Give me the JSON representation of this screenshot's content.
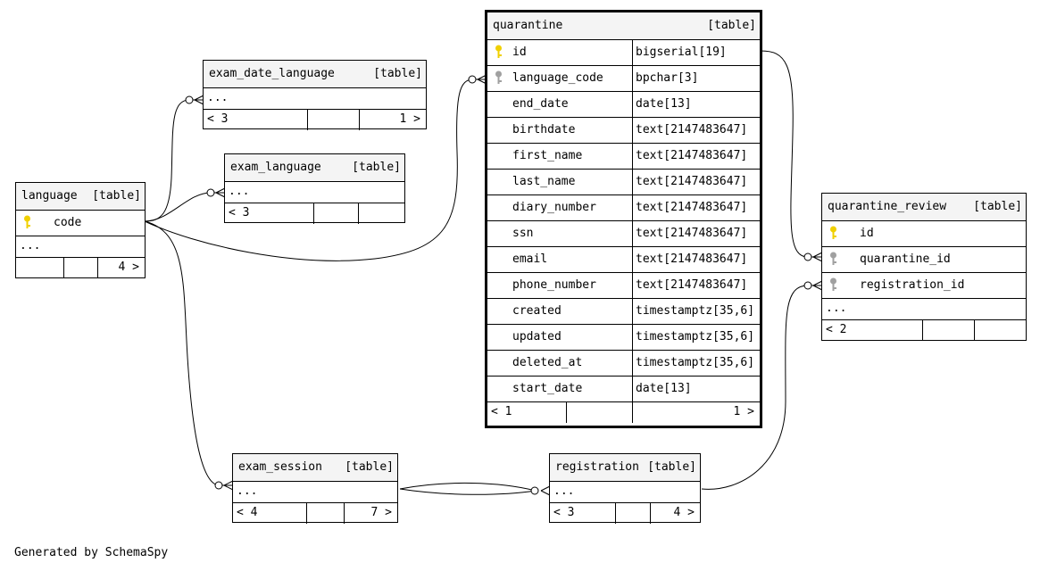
{
  "footer": "Generated by SchemaSpy",
  "colors": {
    "primary_key": "#f0d000",
    "foreign_key": "#a0a0a0",
    "header_bg": "#f4f4f4"
  },
  "icons": {
    "primary_key": "key-icon-gold",
    "foreign_key": "key-icon-gray",
    "nav_prev": "chevron-left",
    "nav_next": "chevron-right"
  },
  "tables": {
    "quarantine": {
      "name": "quarantine",
      "kind": "[table]",
      "columns": [
        {
          "name": "id",
          "type": "bigserial[19]",
          "key": "pk"
        },
        {
          "name": "language_code",
          "type": "bpchar[3]",
          "key": "fk"
        },
        {
          "name": "end_date",
          "type": "date[13]"
        },
        {
          "name": "birthdate",
          "type": "text[2147483647]"
        },
        {
          "name": "first_name",
          "type": "text[2147483647]"
        },
        {
          "name": "last_name",
          "type": "text[2147483647]"
        },
        {
          "name": "diary_number",
          "type": "text[2147483647]"
        },
        {
          "name": "ssn",
          "type": "text[2147483647]"
        },
        {
          "name": "email",
          "type": "text[2147483647]"
        },
        {
          "name": "phone_number",
          "type": "text[2147483647]"
        },
        {
          "name": "created",
          "type": "timestamptz[35,6]"
        },
        {
          "name": "updated",
          "type": "timestamptz[35,6]"
        },
        {
          "name": "deleted_at",
          "type": "timestamptz[35,6]"
        },
        {
          "name": "start_date",
          "type": "date[13]"
        }
      ],
      "footer_left": "< 1",
      "footer_right": "1 >"
    },
    "exam_date_language": {
      "name": "exam_date_language",
      "kind": "[table]",
      "ellipsis": "...",
      "footer_left": "< 3",
      "footer_right": "1 >"
    },
    "exam_language": {
      "name": "exam_language",
      "kind": "[table]",
      "ellipsis": "...",
      "footer_left": "< 3",
      "footer_right": ""
    },
    "language": {
      "name": "language",
      "kind": "[table]",
      "columns": [
        {
          "name": "code",
          "key": "pk"
        }
      ],
      "ellipsis": "...",
      "footer_left": "",
      "footer_right": "4 >"
    },
    "quarantine_review": {
      "name": "quarantine_review",
      "kind": "[table]",
      "columns": [
        {
          "name": "id",
          "key": "pk"
        },
        {
          "name": "quarantine_id",
          "key": "fk"
        },
        {
          "name": "registration_id",
          "key": "fk"
        }
      ],
      "ellipsis": "...",
      "footer_left": "< 2",
      "footer_right": ""
    },
    "exam_session": {
      "name": "exam_session",
      "kind": "[table]",
      "ellipsis": "...",
      "footer_left": "< 4",
      "footer_right": "7 >"
    },
    "registration": {
      "name": "registration",
      "kind": "[table]",
      "ellipsis": "...",
      "footer_left": "< 3",
      "footer_right": "4 >"
    }
  }
}
